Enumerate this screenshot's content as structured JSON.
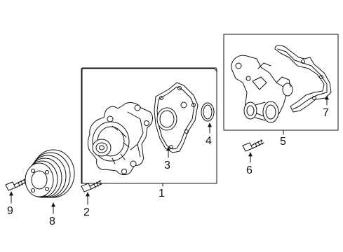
{
  "callouts": {
    "c1": "1",
    "c2": "2",
    "c3": "3",
    "c4": "4",
    "c5": "5",
    "c6": "6",
    "c7": "7",
    "c8": "8",
    "c9": "9"
  },
  "parts": [
    {
      "number": "1",
      "icon": "water-pump-assembly-box"
    },
    {
      "number": "2",
      "icon": "bolt-icon"
    },
    {
      "number": "3",
      "icon": "gasket-icon"
    },
    {
      "number": "4",
      "icon": "o-ring-icon"
    },
    {
      "number": "5",
      "icon": "thermostat-housing-box"
    },
    {
      "number": "6",
      "icon": "bolt-icon"
    },
    {
      "number": "7",
      "icon": "housing-gasket-icon"
    },
    {
      "number": "8",
      "icon": "pulley-icon"
    },
    {
      "number": "9",
      "icon": "bolt-icon"
    }
  ],
  "colors": {
    "line": "#111111",
    "background": "#ffffff"
  }
}
